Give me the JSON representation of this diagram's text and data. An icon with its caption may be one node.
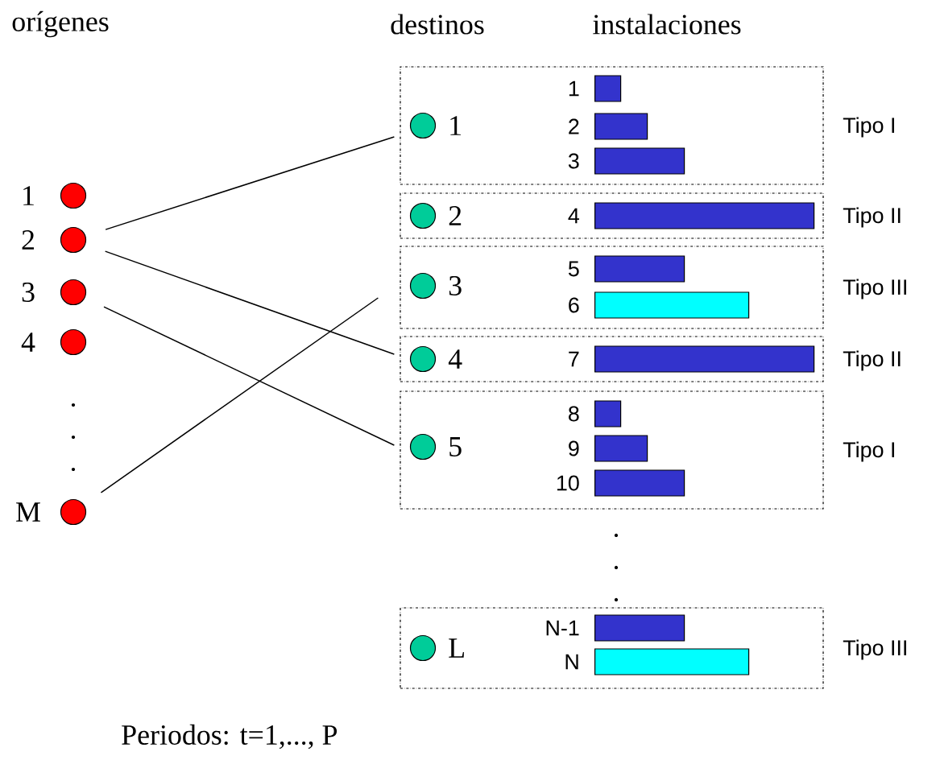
{
  "diagram": {
    "nodes": [
      {
        "text": [],
        "shape": "circle",
        "beside": [
          "1"
        ]
      },
      {
        "text": [],
        "shape": "circle",
        "beside": [
          "2"
        ]
      },
      {
        "text": [],
        "shape": "circle",
        "beside": [
          "3"
        ]
      },
      {
        "text": [],
        "shape": "circle",
        "beside": [
          "4"
        ]
      },
      {
        "text": [],
        "shape": "circle",
        "beside": [
          "M"
        ]
      },
      {
        "text": [],
        "shape": "box",
        "beside": [
          "Tipo I"
        ]
      },
      {
        "text": [],
        "shape": "circle",
        "beside": [
          "1"
        ],
        "in": 5
      },
      {
        "text": [],
        "shape": "bar",
        "beside": [
          "1"
        ],
        "in": 5
      },
      {
        "text": [],
        "shape": "bar",
        "beside": [
          "2"
        ],
        "in": 5
      },
      {
        "text": [],
        "shape": "bar",
        "beside": [
          "3"
        ],
        "in": 5
      },
      {
        "text": [],
        "shape": "box",
        "beside": [
          "Tipo II"
        ]
      },
      {
        "text": [],
        "shape": "circle",
        "beside": [
          "2"
        ],
        "in": 10
      },
      {
        "text": [],
        "shape": "bar",
        "beside": [
          "4"
        ],
        "in": 10
      },
      {
        "text": [],
        "shape": "box",
        "beside": [
          "Tipo III"
        ]
      },
      {
        "text": [],
        "shape": "circle",
        "beside": [
          "3"
        ],
        "in": 13
      },
      {
        "text": [],
        "shape": "bar",
        "beside": [
          "5"
        ],
        "in": 13
      },
      {
        "text": [],
        "shape": "bar",
        "beside": [
          "6"
        ],
        "in": 13
      },
      {
        "text": [],
        "shape": "box",
        "beside": [
          "Tipo II"
        ]
      },
      {
        "text": [],
        "shape": "circle",
        "beside": [
          "4"
        ],
        "in": 17
      },
      {
        "text": [],
        "shape": "bar",
        "beside": [
          "7"
        ],
        "in": 17
      },
      {
        "text": [],
        "shape": "box",
        "beside": [
          "Tipo I"
        ]
      },
      {
        "text": [],
        "shape": "circle",
        "beside": [
          "5"
        ],
        "in": 20
      },
      {
        "text": [],
        "shape": "bar",
        "beside": [
          "8"
        ],
        "in": 20
      },
      {
        "text": [],
        "shape": "bar",
        "beside": [
          "9"
        ],
        "in": 20
      },
      {
        "text": [],
        "shape": "bar",
        "beside": [
          "10"
        ],
        "in": 20
      },
      {
        "text": [],
        "shape": "box",
        "beside": [
          "Tipo III"
        ]
      },
      {
        "text": [],
        "shape": "circle",
        "beside": [
          "L"
        ],
        "in": 25
      },
      {
        "text": [],
        "shape": "bar",
        "beside": [
          "N-1"
        ],
        "in": 25
      },
      {
        "text": [],
        "shape": "bar",
        "beside": [
          "N"
        ],
        "in": 25
      }
    ],
    "edges": [
      {
        "from": 1,
        "to": 5,
        "arrow": "none"
      },
      {
        "from": 1,
        "to": 17,
        "arrow": "none"
      },
      {
        "from": 2,
        "to": 20,
        "arrow": "none"
      },
      {
        "from": 4,
        "to": 13,
        "arrow": "none"
      }
    ],
    "labels": [
      "orígenes",
      "destinos",
      "instalaciones",
      ".",
      ".",
      ".",
      ".",
      ".",
      ".",
      "Periodos: t=1,..., P"
    ]
  }
}
